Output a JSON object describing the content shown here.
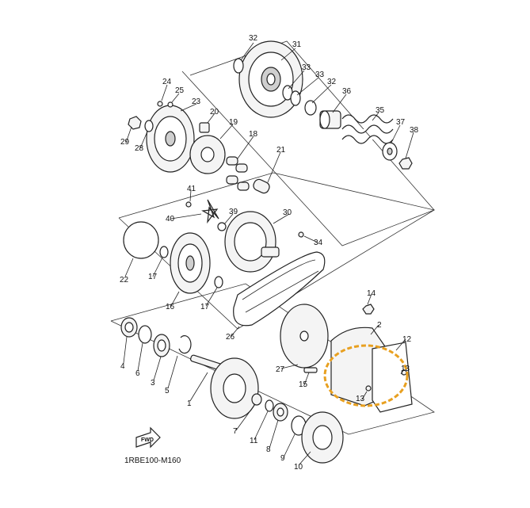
{
  "diagram": {
    "code": "1RBE100-M160",
    "fwd_label": "FWD",
    "watermark_color": "#e8a020",
    "callouts": {
      "c1": "1",
      "c2": "2",
      "c3": "3",
      "c4": "4",
      "c5": "5",
      "c6": "6",
      "c7": "7",
      "c8": "8",
      "c9": "9",
      "c10": "10",
      "c11": "11",
      "c12": "12",
      "c13a": "13",
      "c13b": "13",
      "c14": "14",
      "c15": "15",
      "c16": "16",
      "c17a": "17",
      "c17b": "17",
      "c18": "18",
      "c19": "19",
      "c20": "20",
      "c21": "21",
      "c22": "22",
      "c23": "23",
      "c24": "24",
      "c25": "25",
      "c26": "26",
      "c27": "27",
      "c28": "28",
      "c29": "29",
      "c30": "30",
      "c31": "31",
      "c32a": "32",
      "c32b": "32",
      "c33a": "33",
      "c33b": "33",
      "c34": "34",
      "c35": "35",
      "c36": "36",
      "c37": "37",
      "c38": "38",
      "c39": "39",
      "c40": "40",
      "c41": "41"
    }
  }
}
